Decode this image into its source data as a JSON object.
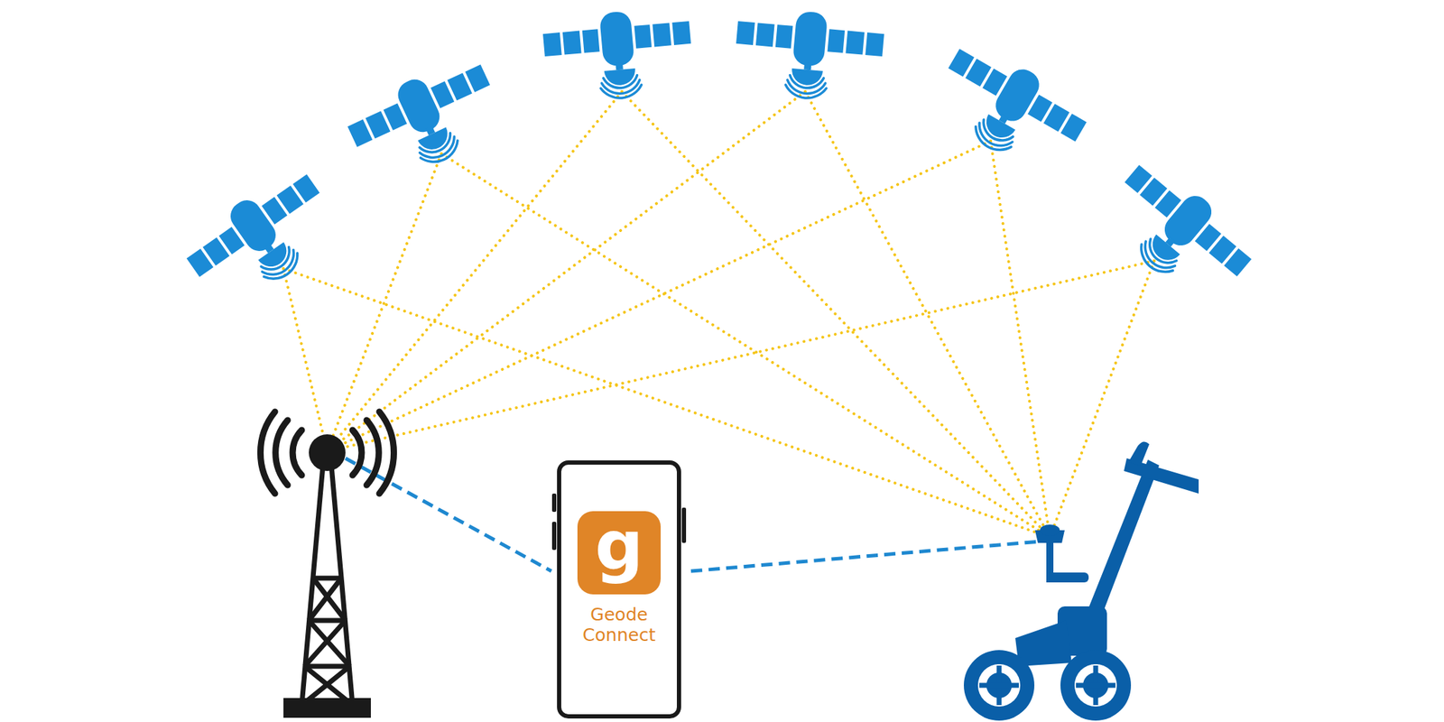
{
  "diagram": {
    "nodes": [
      {
        "text": [
          "Geode Connect"
        ]
      },
      {
        "text": [
          "g"
        ],
        "in": 0
      }
    ]
  }
}
